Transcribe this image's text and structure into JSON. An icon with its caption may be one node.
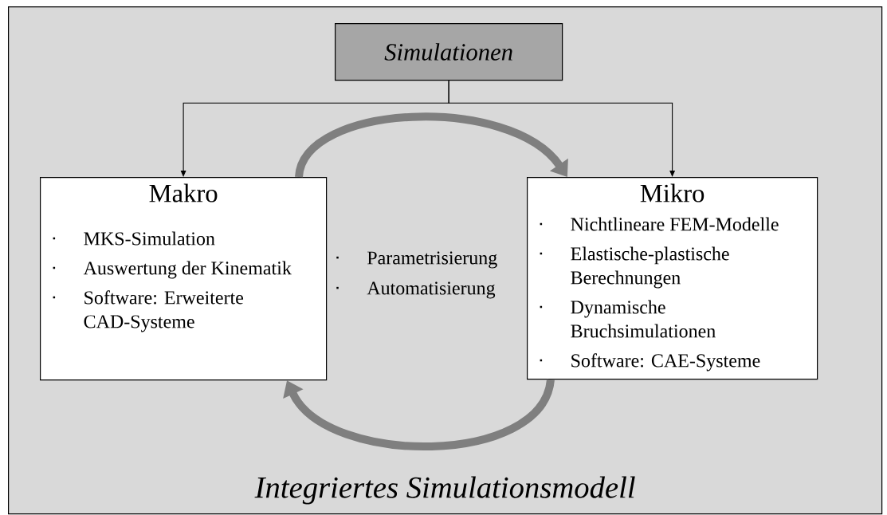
{
  "diagram": {
    "nodes": [
      {
        "text": [
          "Integriertes Simulationsmodell"
        ]
      },
      {
        "text": [
          "Simulationen"
        ],
        "in": 0
      },
      {
        "text": [
          "Makro",
          "MKS-Simulation",
          "Auswertung der Kinematik",
          "Software: Erweiterte CAD-Systeme"
        ],
        "in": 0
      },
      {
        "text": [
          "Mikro",
          "Nichtlineare FEM-Modelle",
          "Elastische-plastische Berechnungen",
          "Dynamische Bruchsimulationen",
          "Software: CAE-Systeme"
        ],
        "in": 0
      }
    ],
    "edges": [
      {
        "from": 1,
        "to": 2,
        "arrow": "to"
      },
      {
        "from": 1,
        "to": 3,
        "arrow": "to"
      },
      {
        "from": 2,
        "to": 3,
        "arrow": "to",
        "style": "thick",
        "color": "#7f7f7f"
      },
      {
        "from": 3,
        "to": 2,
        "arrow": "to",
        "style": "thick",
        "color": "#7f7f7f"
      }
    ],
    "labels": [
      "Parametrisierung",
      "Automatisierung"
    ]
  }
}
